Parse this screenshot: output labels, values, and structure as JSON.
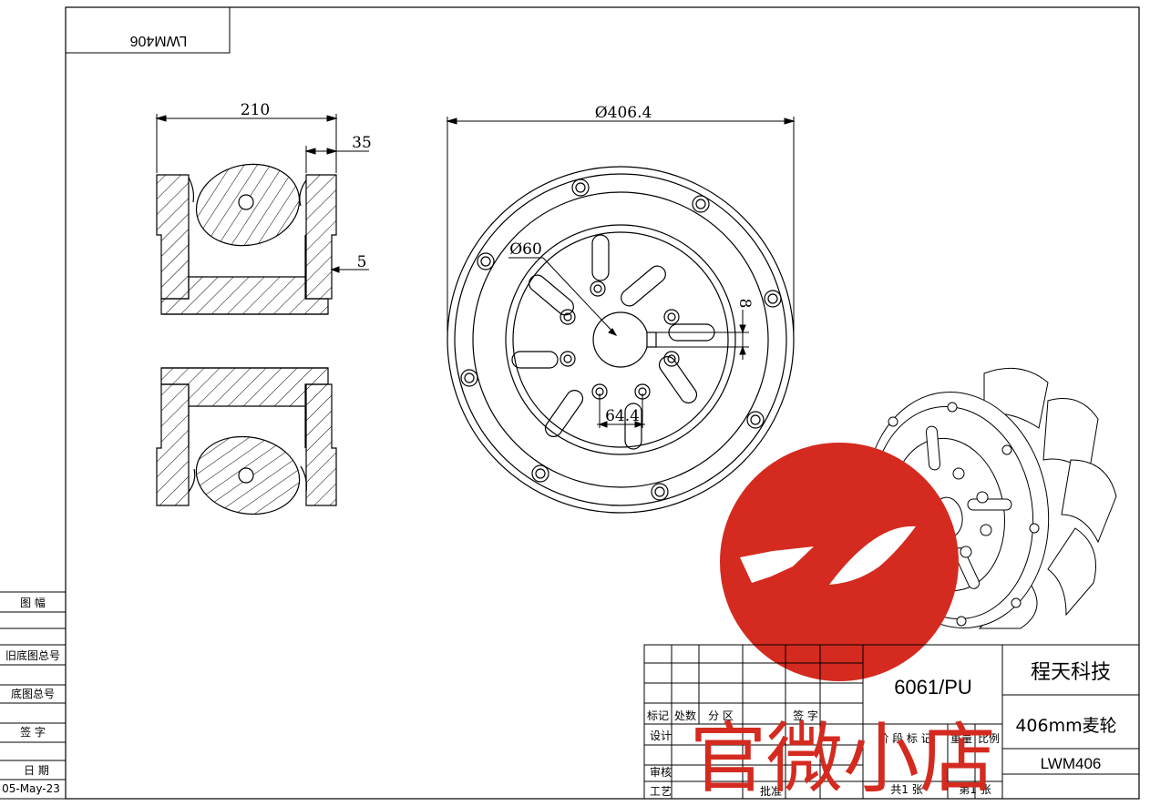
{
  "drawing_code_mirrored": "LWM406",
  "dimensions": {
    "width": "210",
    "rim": "35",
    "gap": "5",
    "outer_diameter": "Ø406.4",
    "bore": "Ø60",
    "key": "8",
    "pcd": "64.4"
  },
  "side_panel": {
    "frame": "图 幅",
    "old_base_no": "旧底图总号",
    "base_no": "底图总号",
    "sign": "签 字",
    "date_label": "日 期",
    "date": "05-May-23"
  },
  "title_block": {
    "material": "6061/PU",
    "company": "程天科技",
    "product": "406mm麦轮",
    "code": "LWM406",
    "h_mark": "标记",
    "h_count": "处数",
    "h_zone": "分 区",
    "h_sign": "签 字",
    "design": "设计",
    "review": "审核",
    "process": "工艺",
    "approve": "批准",
    "stage": "阶 段 标 记",
    "weight": "重量",
    "scale": "比例",
    "total": "共1 张",
    "sheet": "第1 张"
  },
  "watermark": {
    "text": "官微小店",
    "color": "#d42a1f"
  }
}
